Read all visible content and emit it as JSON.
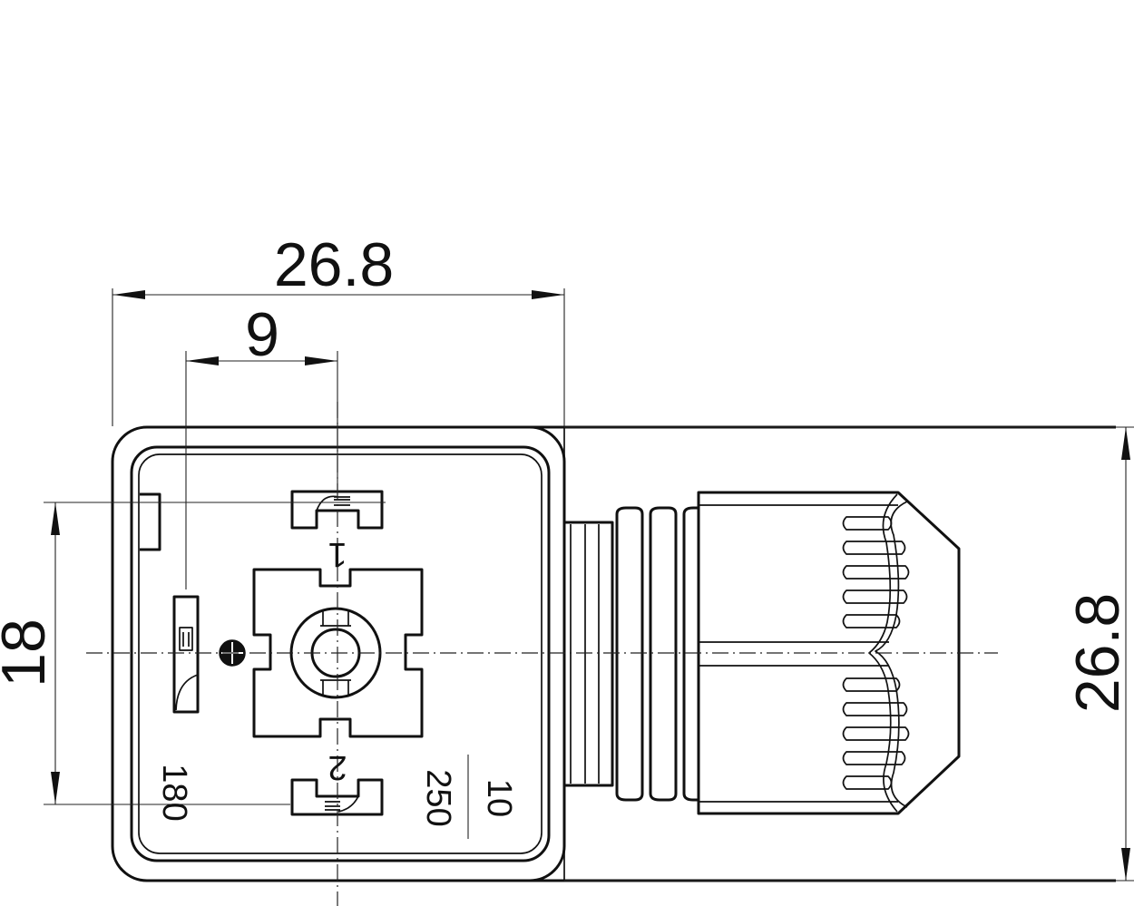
{
  "dimensions": {
    "overall_width": "26.8",
    "contact_spacing": "9",
    "contact_distance": "18",
    "overall_height": "26.8"
  },
  "markings": {
    "contact_1": "1",
    "contact_2": "2",
    "orientation_label": "180",
    "fraction_top": "10",
    "fraction_bottom": "250"
  }
}
